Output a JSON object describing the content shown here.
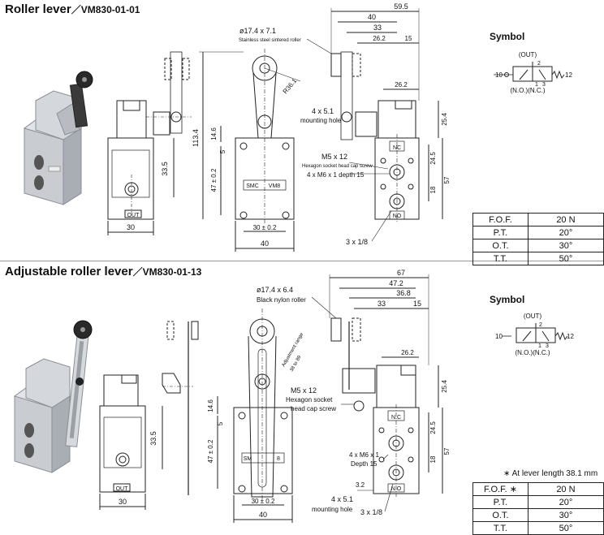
{
  "sections": [
    {
      "title": "Roller lever",
      "separator": "／",
      "model": "VM830-01-01",
      "symbol": {
        "title": "Symbol",
        "out": "(OUT)",
        "p2": "2",
        "p1": "1",
        "p3": "3",
        "left_port": "10",
        "right_port": "12",
        "no_nc": "(N.O.)(N.C.)"
      },
      "dims": {
        "roller": "ø17.4 x 7.1",
        "roller_material": "Stainless steel sintered roller",
        "mount_hole": "4 x 5.1",
        "mount_hole_label": "mounting hole",
        "screw": "M5 x 12",
        "screw_label": "Hexagon socket head cap screw",
        "tap": "4 x M6 x 1 depth 15",
        "ports": "3 x 1/8",
        "radius": "R36.1",
        "d_59_5": "59.5",
        "d_40_top": "40",
        "d_33": "33",
        "d_26_2_top": "26.2",
        "d_15": "15",
        "d_26_2_side": "26.2",
        "d_25_4": "25.4",
        "d_24_5": "24.5",
        "d_57": "57",
        "d_18": "18",
        "d_113_4": "113.4",
        "d_14_6": "14.6",
        "d_5": "5",
        "d_47": "47 ± 0.2",
        "d_33_5": "33.5",
        "d_30": "30",
        "d_30_02": "30 ± 0.2",
        "d_40": "40",
        "body_logo": "SMC",
        "body_model": "VM8",
        "out_port": "OUT",
        "nc": "NC",
        "no": "NO"
      },
      "spec": [
        {
          "label": "F.O.F.",
          "value": "20 N"
        },
        {
          "label": "P.T.",
          "value": "20°"
        },
        {
          "label": "O.T.",
          "value": "30°"
        },
        {
          "label": "T.T.",
          "value": "50°"
        }
      ]
    },
    {
      "title": "Adjustable roller lever",
      "separator": "／",
      "model": "VM830-01-13",
      "note": "∗ At lever length 38.1 mm",
      "symbol": {
        "title": "Symbol",
        "out": "(OUT)",
        "p2": "2",
        "p1": "1",
        "p3": "3",
        "left_port": "10",
        "right_port": "12",
        "no_nc": "(N.O.)(N.C.)"
      },
      "dims": {
        "roller": "ø17.4 x 6.4",
        "roller_material": "Black nylon roller",
        "adjust": "Adjustment range",
        "adjust_range": "38 to 89",
        "screw": "M5 x 12",
        "screw_label1": "Hexagon socket",
        "screw_label2": "head cap screw",
        "tap1": "4 x M6 x 1",
        "tap2": "Depth 15",
        "mount_hole": "4 x 5.1",
        "mount_hole_label": "mounting hole",
        "ports": "3 x 1/8",
        "d_67": "67",
        "d_47_2": "47.2",
        "d_36_8": "36.8",
        "d_33": "33",
        "d_15": "15",
        "d_26_2": "26.2",
        "d_25_4": "25.4",
        "d_24_5": "24.5",
        "d_57": "57",
        "d_18": "18",
        "d_3_2": "3.2",
        "d_14_6": "14.6",
        "d_5": "5",
        "d_47": "47 ± 0.2",
        "d_33_5": "33.5",
        "d_30": "30",
        "d_30_02": "30 ± 0.2",
        "d_40": "40",
        "body_logo": "SM",
        "body_model": "8",
        "out_port": "OUT",
        "nc": "N.C",
        "no": "N.O"
      },
      "spec": [
        {
          "label": "F.O.F. ∗",
          "value": "20 N"
        },
        {
          "label": "P.T.",
          "value": "20°"
        },
        {
          "label": "O.T.",
          "value": "30°"
        },
        {
          "label": "T.T.",
          "value": "50°"
        }
      ]
    }
  ]
}
